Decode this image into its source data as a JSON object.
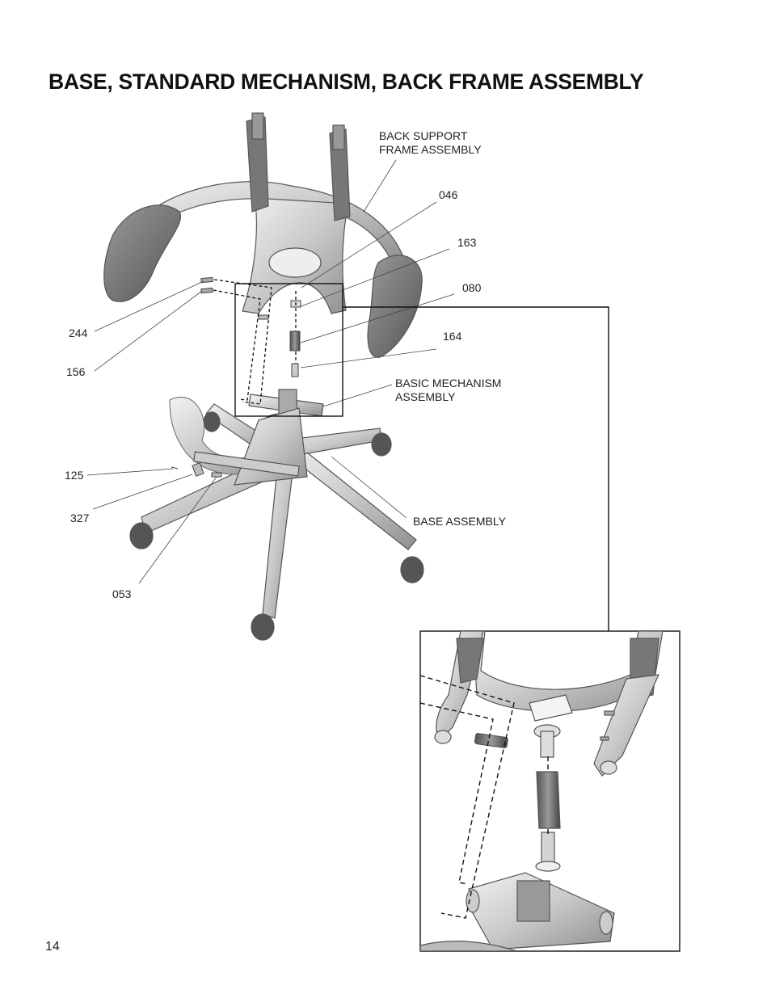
{
  "title": "BASE, STANDARD MECHANISM, BACK FRAME ASSEMBLY",
  "page_number": "14",
  "callouts": {
    "back_support_line1": "BACK SUPPORT",
    "back_support_line2": "FRAME ASSEMBLY",
    "p046": "046",
    "p163": "163",
    "p080": "080",
    "p164": "164",
    "basic_mech_line1": "BASIC MECHANISM",
    "basic_mech_line2": "ASSEMBLY",
    "base_assembly": "BASE ASSEMBLY",
    "p244": "244",
    "p156": "156",
    "p125": "125",
    "p327": "327",
    "p053": "053"
  }
}
